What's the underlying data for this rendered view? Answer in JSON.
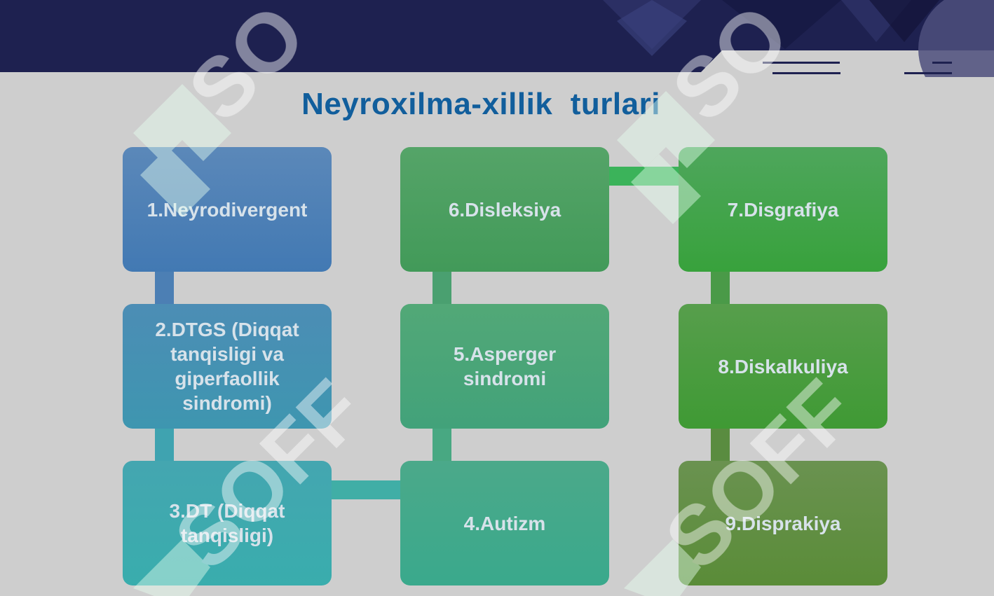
{
  "slide": {
    "title": "Neyroxilma-xillik  turlari"
  },
  "diagram": {
    "nodes": [
      {
        "id": "n1",
        "label": "1.Neyrodivergent"
      },
      {
        "id": "n2",
        "label": "2.DTGS (Diqqat tanqisligi va giperfaollik sindromi)"
      },
      {
        "id": "n3",
        "label": "3.DT (Diqqat tanqisligi)"
      },
      {
        "id": "n4",
        "label": "4.Autizm"
      },
      {
        "id": "n5",
        "label": "5.Asperger sindromi"
      },
      {
        "id": "n6",
        "label": "6.Disleksiya"
      },
      {
        "id": "n7",
        "label": "7.Disgrafiya"
      },
      {
        "id": "n8",
        "label": "8.Diskalkuliya"
      },
      {
        "id": "n9",
        "label": "9.Disprakiya"
      }
    ]
  },
  "colors": {
    "header": "#1e2150",
    "title": "#115e9c",
    "background": "#cecece",
    "box_text": "#d7e2ea",
    "watermark": "#ffffff"
  }
}
